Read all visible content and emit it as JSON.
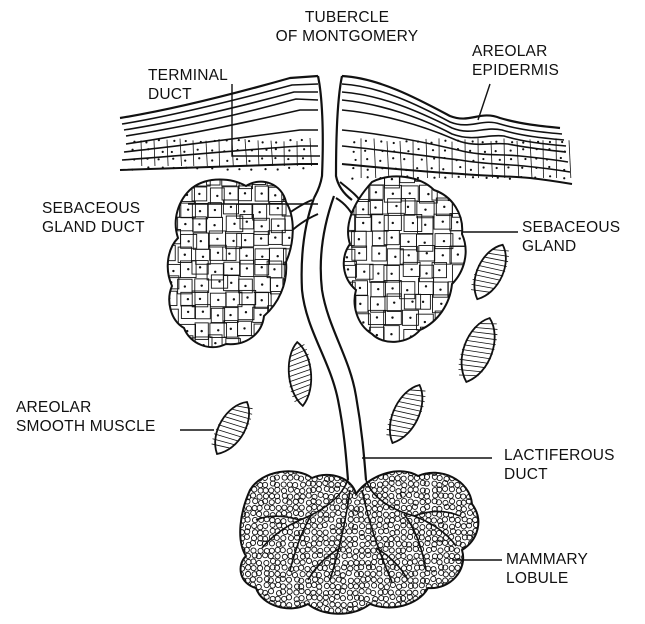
{
  "labels": {
    "tubercle": [
      "TUBERCLE",
      "OF MONTGOMERY"
    ],
    "terminal_duct": [
      "TERMINAL",
      "DUCT"
    ],
    "areolar_epidermis": [
      "AREOLAR",
      "EPIDERMIS"
    ],
    "sebaceous_gland_duct": [
      "SEBACEOUS",
      "GLAND DUCT"
    ],
    "sebaceous_gland": [
      "SEBACEOUS",
      "GLAND"
    ],
    "areolar_smooth_muscle": [
      "AREOLAR",
      "SMOOTH MUSCLE"
    ],
    "lactiferous_duct": [
      "LACTIFEROUS",
      "DUCT"
    ],
    "mammary_lobule": [
      "MAMMARY",
      "LOBULE"
    ]
  },
  "colors": {
    "ink": "#111111",
    "background": "#ffffff"
  }
}
